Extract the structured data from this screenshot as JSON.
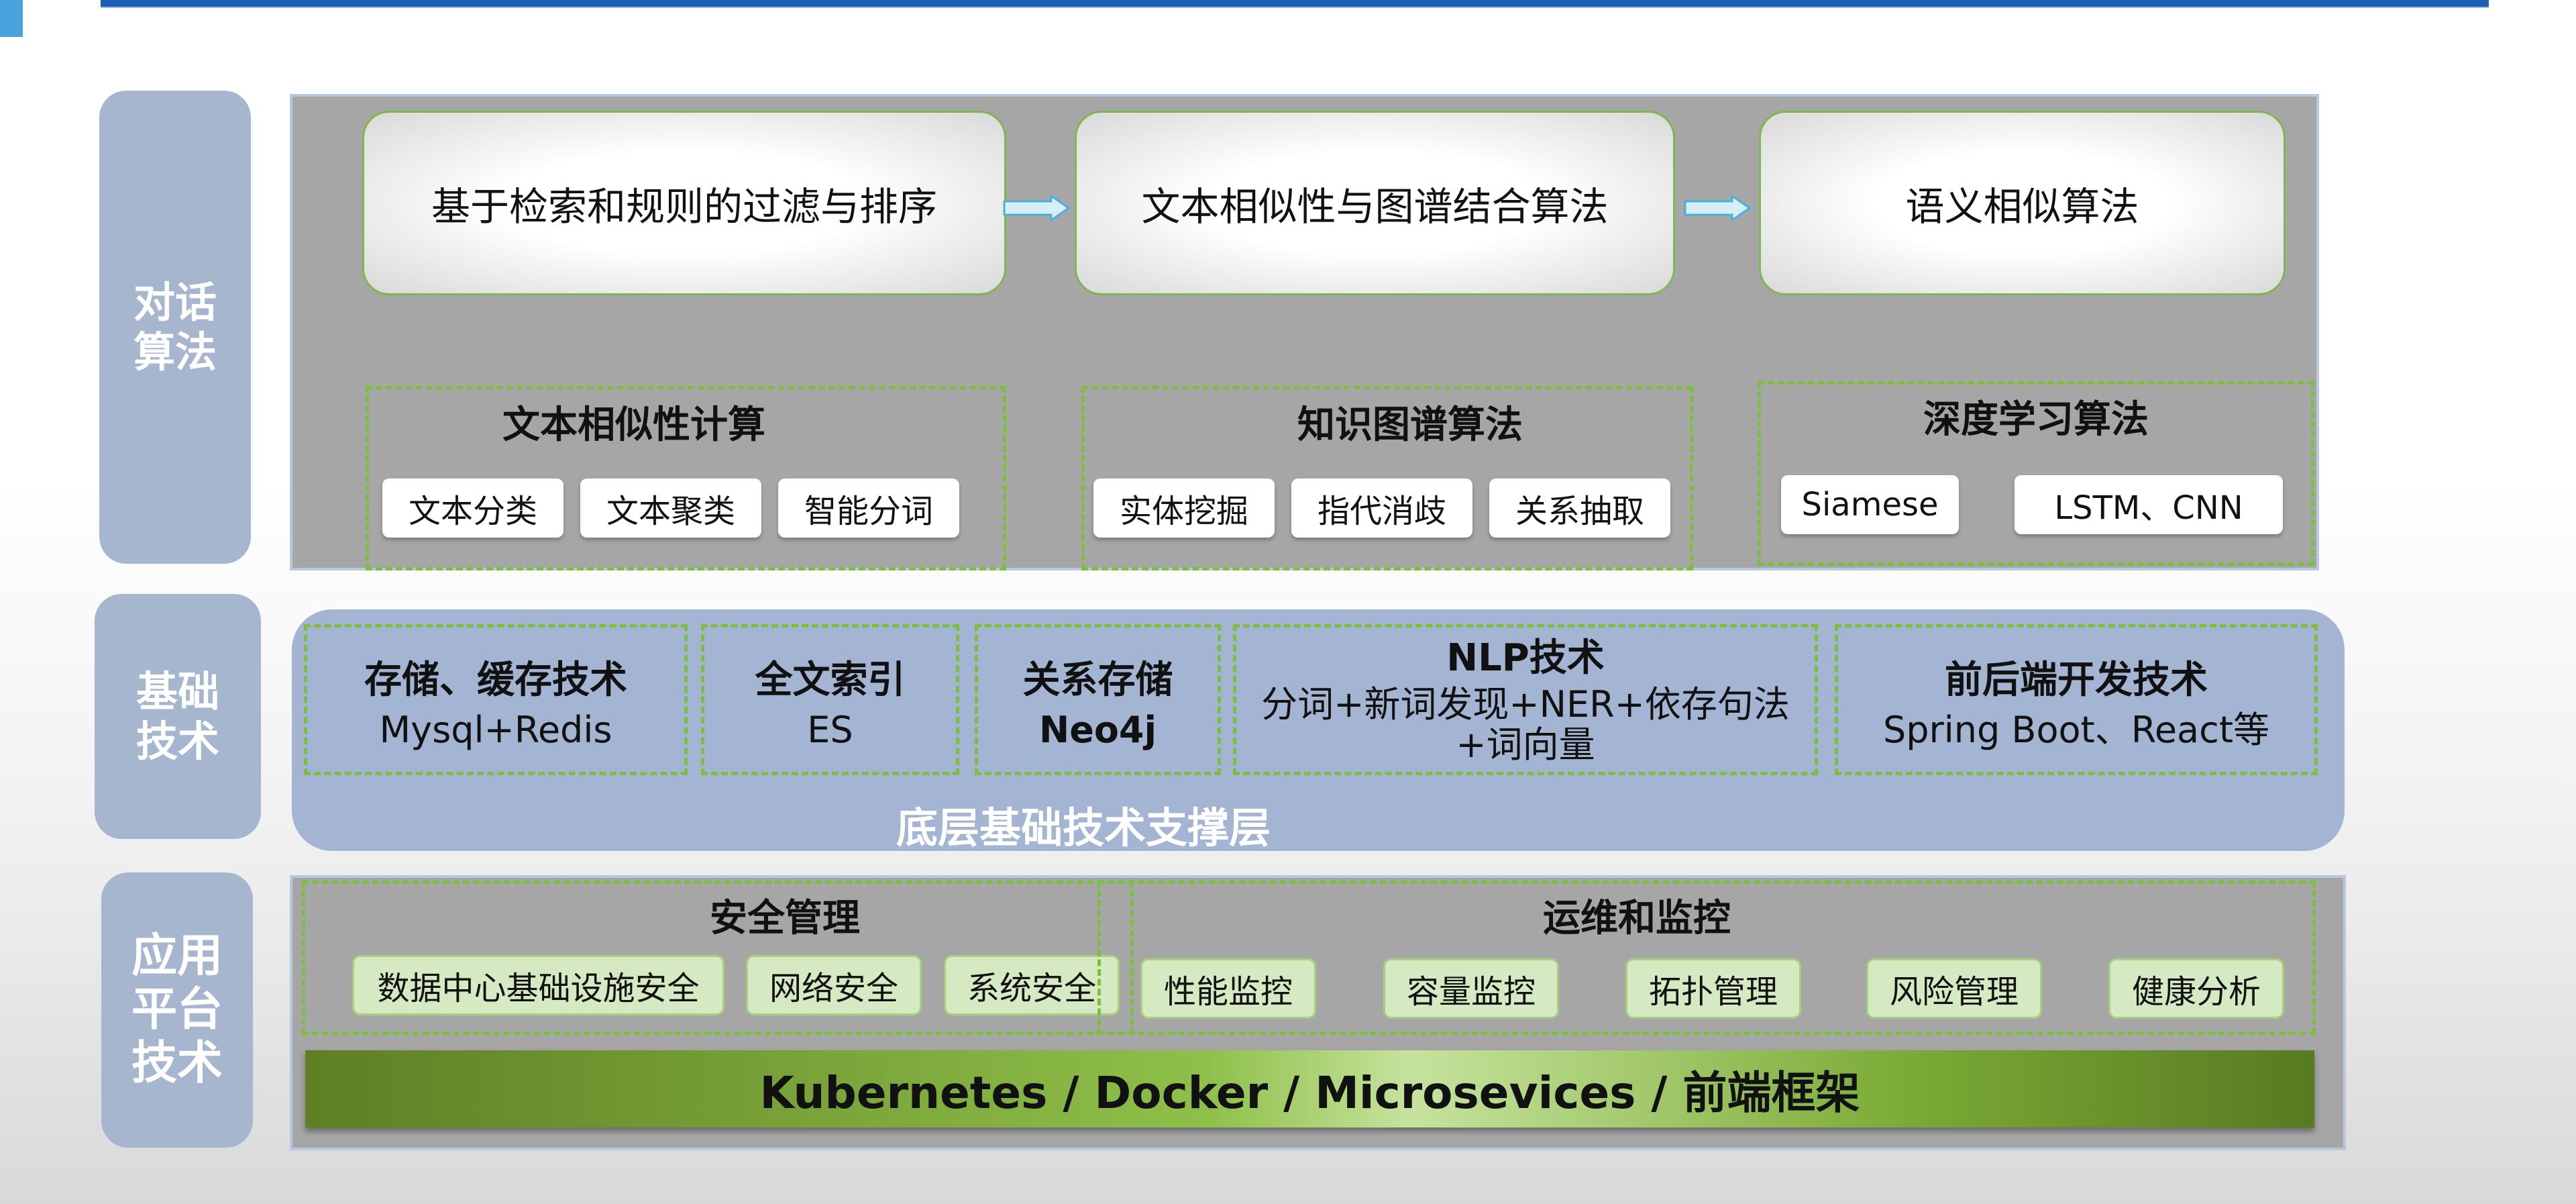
{
  "layers": {
    "dialog": {
      "label": "对话\n算法",
      "pipeline": [
        "基于检索和规则的过滤与排序",
        "文本相似性与图谱结合算法",
        "语义相似算法"
      ],
      "groups": [
        {
          "title": "文本相似性计算",
          "items": [
            "文本分类",
            "文本聚类",
            "智能分词"
          ]
        },
        {
          "title": "知识图谱算法",
          "items": [
            "实体挖掘",
            "指代消歧",
            "关系抽取"
          ]
        },
        {
          "title": "深度学习算法",
          "items": [
            "Siamese",
            "LSTM、CNN"
          ]
        }
      ]
    },
    "base": {
      "label": "基础\n技术",
      "caption": "底层基础技术支撑层",
      "cells": [
        {
          "title": "存储、缓存技术",
          "sub": "Mysql+Redis"
        },
        {
          "title": "全文索引",
          "sub": "ES"
        },
        {
          "title": "关系存储",
          "sub": "Neo4j"
        },
        {
          "title": "NLP技术",
          "sub": "分词+新词发现+NER+依存句法\n+词向量"
        },
        {
          "title": "前后端开发技术",
          "sub": "Spring Boot、React等"
        }
      ]
    },
    "platform": {
      "label": "应用\n平台\n技术",
      "security": {
        "title": "安全管理",
        "items": [
          "数据中心基础设施安全",
          "网络安全",
          "系统安全"
        ]
      },
      "ops": {
        "title": "运维和监控",
        "items": [
          "性能监控",
          "容量监控",
          "拓扑管理",
          "风险管理",
          "健康分析"
        ]
      },
      "bar": "Kubernetes / Docker / Microsevices / 前端框架"
    }
  },
  "colors": {
    "accent_blue": "#1c5eb5",
    "side_label": "#a6b6cf",
    "dash_green": "#7cbf40",
    "chip_green": "#d5e9c2"
  }
}
